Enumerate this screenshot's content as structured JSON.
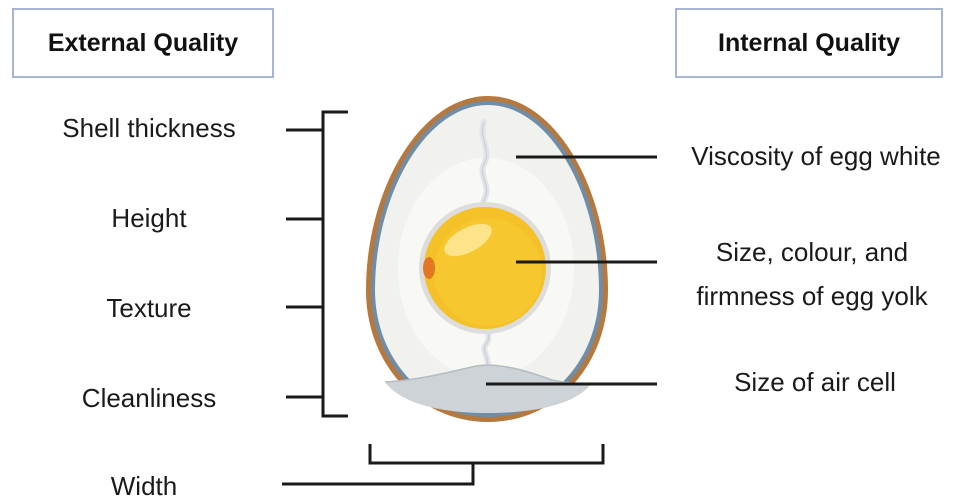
{
  "headers": {
    "external": "External Quality",
    "internal": "Internal Quality"
  },
  "external_attributes": [
    "Shell thickness",
    "Height",
    "Texture",
    "Cleanliness"
  ],
  "width_label": "Width",
  "internal_attributes": {
    "albumen": "Viscosity of egg white",
    "yolk_line1": "Size, colour, and",
    "yolk_line2": "firmness of egg yolk",
    "air_cell": "Size of air cell"
  },
  "colors": {
    "header_border": "#a7b4d3",
    "shell_outer": "#b5793f",
    "shell_membrane": "#6f8da6",
    "egg_white": "#f1f1ed",
    "yolk": "#f5c128",
    "yolk_highlight": "#fde48a",
    "air_cell": "#cdd3d6",
    "leader_line": "#1a1a1a"
  }
}
